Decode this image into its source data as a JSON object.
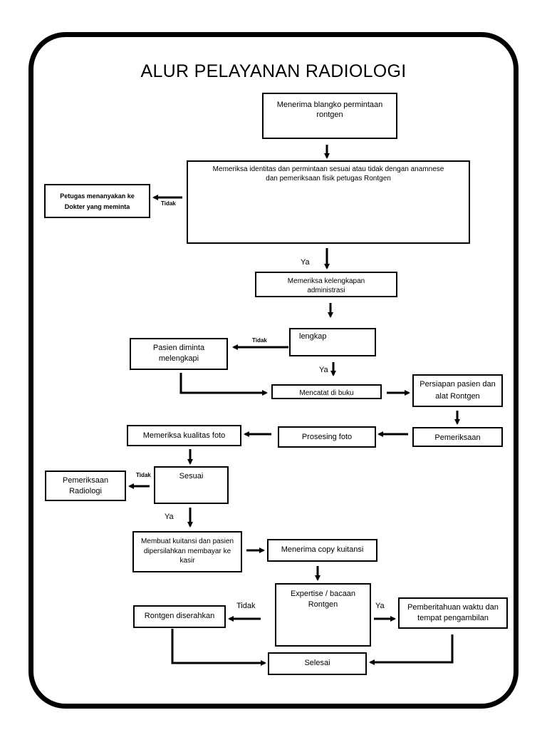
{
  "title": "ALUR PELAYANAN RADIOLOGI",
  "nodes": {
    "n1": "Menerima blangko permintaan rontgen",
    "n2": "Memeriksa identitas dan permintaan sesuai atau tidak dengan anamnese dan pemeriksaan fisik petugas Rontgen",
    "n3": "Petugas menanyakan ke Dokter yang meminta",
    "n4": "Memeriksa kelengkapan administrasi",
    "n5": "lengkap",
    "n6": "Pasien diminta melengkapi",
    "n7": "Mencatat di buku",
    "n8": "Persiapan pasien dan alat Rontgen",
    "n9": "Pemeriksaan",
    "n10": "Prosesing foto",
    "n11": "Memeriksa kualitas foto",
    "n12": "Sesuai",
    "n13": "Pemeriksaan Radiologi",
    "n14": "Membuat kuitansi dan pasien dipersilahkan membayar ke kasir",
    "n15": "Menerima copy kuitansi",
    "n16": "Expertise / bacaan Rontgen",
    "n17": "Rontgen diserahkan",
    "n18": "Pemberitahuan waktu dan tempat pengambilan",
    "n19": "Selesai"
  },
  "labels": {
    "ya": "Ya",
    "tidak": "Tidak"
  }
}
